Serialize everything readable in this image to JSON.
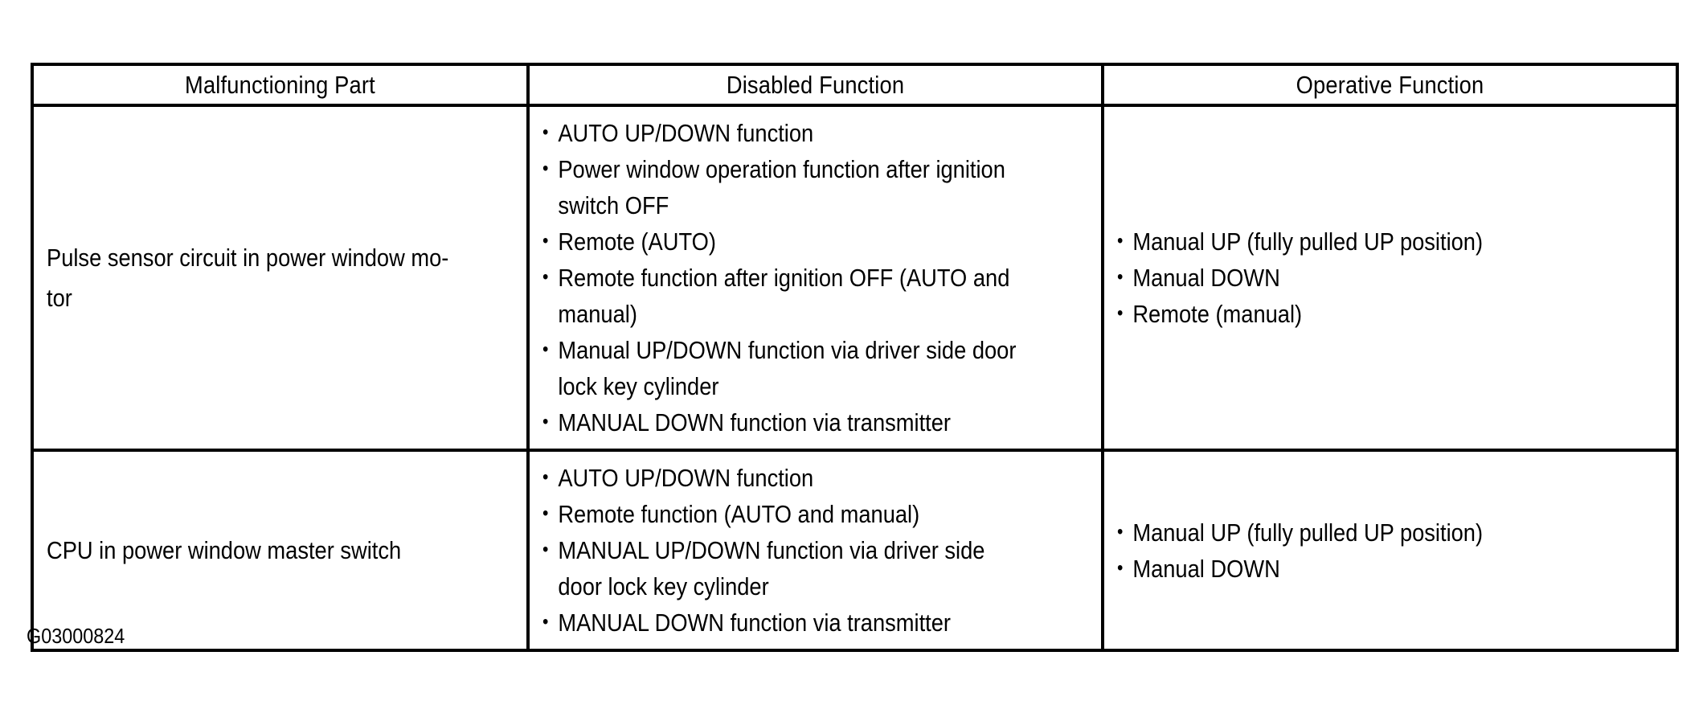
{
  "document": {
    "figure_code": "G03000824"
  },
  "table": {
    "headers": [
      "Malfunctioning Part",
      "Disabled Function",
      "Operative Function"
    ],
    "rows": [
      {
        "part": "Pulse sensor circuit in power window mo-tor",
        "disabled_function": [
          "AUTO UP/DOWN function",
          "Power window operation function after ignition switch OFF",
          "Remote (AUTO)",
          "Remote function after ignition OFF (AUTO and manual)",
          "Manual UP/DOWN function via driver side door lock key cylinder",
          "MANUAL DOWN function via transmitter"
        ],
        "operative_function": [
          "Manual UP (fully pulled UP position)",
          "Manual DOWN",
          "Remote (manual)"
        ]
      },
      {
        "part": "CPU in power window master switch",
        "disabled_function": [
          "AUTO UP/DOWN function",
          "Remote function (AUTO and manual)",
          "MANUAL UP/DOWN function via driver side door lock key cylinder",
          "MANUAL DOWN function via transmitter"
        ],
        "operative_function": [
          "Manual UP (fully pulled UP position)",
          "Manual DOWN"
        ]
      }
    ]
  }
}
